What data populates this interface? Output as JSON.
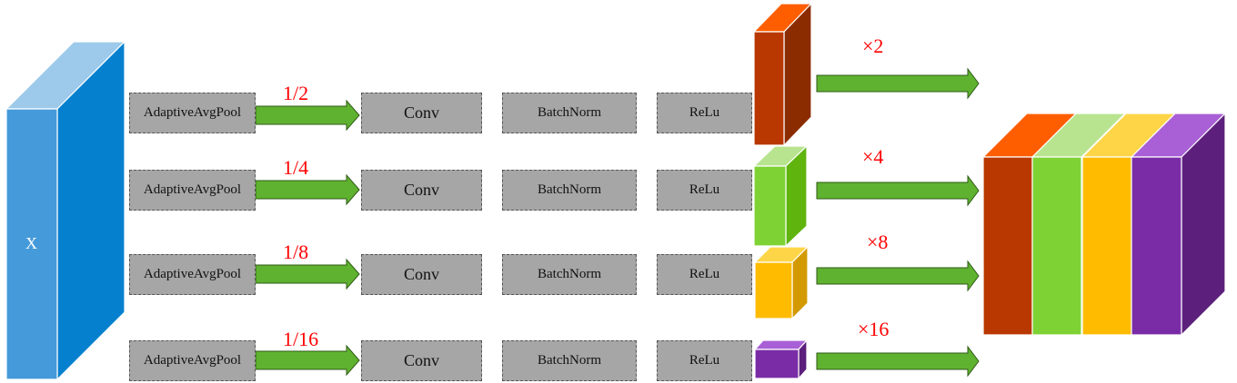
{
  "input": {
    "label": "X",
    "colors": {
      "front": "#459ada",
      "side": "#0480ce",
      "top": "#9dcaea"
    }
  },
  "branches": [
    {
      "pool_label": "AdaptiveAvgPool",
      "ratio": "1/2",
      "conv_label": "Conv",
      "bn_label": "BatchNorm",
      "relu_label": "ReLu",
      "upsample": "×2",
      "colors": {
        "front": "#b93700",
        "side": "#8b2c00",
        "top": "#ff5e00"
      }
    },
    {
      "pool_label": "AdaptiveAvgPool",
      "ratio": "1/4",
      "conv_label": "Conv",
      "bn_label": "BatchNorm",
      "relu_label": "ReLu",
      "upsample": "×4",
      "colors": {
        "front": "#7ed234",
        "side": "#5fb40e",
        "top": "#b9e48f"
      }
    },
    {
      "pool_label": "AdaptiveAvgPool",
      "ratio": "1/8",
      "conv_label": "Conv",
      "bn_label": "BatchNorm",
      "relu_label": "ReLu",
      "upsample": "×8",
      "colors": {
        "front": "#febb00",
        "side": "#d39900",
        "top": "#ffd548"
      }
    },
    {
      "pool_label": "AdaptiveAvgPool",
      "ratio": "1/16",
      "conv_label": "Conv",
      "bn_label": "BatchNorm",
      "relu_label": "ReLu",
      "upsample": "×16",
      "colors": {
        "front": "#7a2ca6",
        "side": "#5c1f7c",
        "top": "#a95fd6"
      }
    }
  ],
  "arrow_color": "#5fb22f",
  "concat": {
    "side_color": "#5c1f7c"
  }
}
